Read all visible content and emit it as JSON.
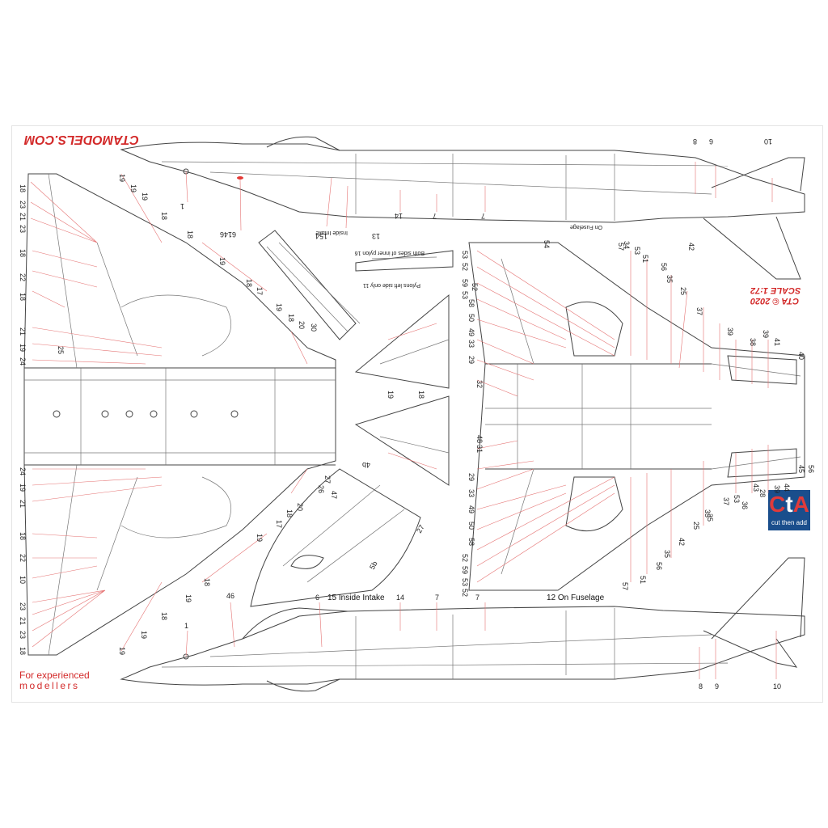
{
  "sheet": {
    "website": "CTAMODELS.COM",
    "scale_line1": "CTA © 2020",
    "scale_line2": "SCALE 1:72",
    "footer_line1": "For experienced",
    "footer_line2": "modellers",
    "logo_text_c": "C",
    "logo_text_t": "t",
    "logo_text_a": "A",
    "logo_tagline": "cut then add"
  },
  "callouts": {
    "inside_intake": "15 Inside Intake",
    "on_fuselage": "12 On Fuselage",
    "inside_intake_flipped": "Inside Intake",
    "on_fuselage_flipped": "On Fuselage",
    "pylon_inner": "Both sides of inner pylon 16",
    "pylon_left": "Pylons left side only 11"
  },
  "numbers": {
    "bottom_profile": [
      "46",
      "1",
      "6",
      "14",
      "7",
      "7",
      "8",
      "9",
      "10"
    ],
    "top_profile": [
      "1",
      "61",
      "46",
      "15",
      "4",
      "13",
      "14",
      "7",
      "7",
      "8",
      "6",
      "10"
    ],
    "left_wing_top": [
      "18",
      "23",
      "21",
      "23",
      "18",
      "22",
      "18",
      "21",
      "19",
      "24",
      "25",
      "19",
      "19",
      "19",
      "18",
      "18",
      "19",
      "18",
      "17",
      "19",
      "20",
      "18",
      "30"
    ],
    "left_wing_bottom": [
      "24",
      "19",
      "21",
      "18",
      "22",
      "10",
      "23",
      "21",
      "23",
      "18",
      "19",
      "19",
      "18",
      "19",
      "18",
      "17",
      "20",
      "18",
      "27",
      "26",
      "47",
      "19"
    ],
    "right_wing": [
      "54",
      "53",
      "52",
      "59",
      "53",
      "52",
      "58",
      "50",
      "49",
      "33",
      "29",
      "32",
      "31",
      "48",
      "29",
      "33",
      "49",
      "50",
      "58",
      "52",
      "59",
      "53",
      "52",
      "57",
      "51",
      "56",
      "35",
      "42",
      "25",
      "35",
      "34",
      "37",
      "39",
      "38",
      "39",
      "41",
      "40",
      "43",
      "28",
      "39",
      "44",
      "45",
      "56",
      "37",
      "53",
      "36",
      "35",
      "42",
      "25",
      "56",
      "35",
      "51",
      "53",
      "57"
    ],
    "stabilizer": [
      "19",
      "18"
    ],
    "canopy": [
      "4b",
      "27",
      "5b"
    ]
  }
}
